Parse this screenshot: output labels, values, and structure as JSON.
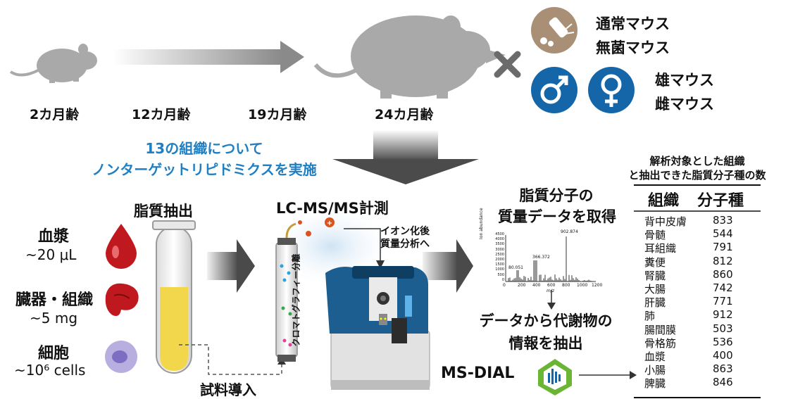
{
  "ages": [
    "2カ月齢",
    "12カ月齢",
    "19カ月齢",
    "24カ月齢"
  ],
  "mouse_types": [
    "通常マウス",
    "無菌マウス",
    "雄マウス",
    "雌マウス"
  ],
  "cross_symbol": "×",
  "symbols": {
    "male": "♂",
    "female": "♀"
  },
  "study_note": [
    "13の組織について",
    "ノンターゲットリピドミクスを実施"
  ],
  "lipid_extraction": "脂質抽出",
  "samples": [
    {
      "name": "血漿",
      "amount": "~20 μL"
    },
    {
      "name": "臓器・組織",
      "amount": "~5 mg"
    },
    {
      "name": "細胞",
      "amount": "~10⁶ cells"
    }
  ],
  "lcms_title": "LC-MS/MS計測",
  "column_label": "クロマトグラフィー分離",
  "sample_injection": "試料導入",
  "ionization": [
    "イオン化後",
    "質量分析へ"
  ],
  "mass_data": [
    "脂質分子の",
    "質量データを取得"
  ],
  "spectrum": {
    "ylabel": "Ion abundance",
    "xlabel": "m/z",
    "x_ticks": [
      "0",
      "200",
      "400",
      "600",
      "800",
      "1000",
      "1200"
    ],
    "y_ticks": [
      "4500",
      "4000",
      "3500",
      "3000",
      "2500",
      "2000",
      "1500",
      "1000",
      "500",
      "0"
    ],
    "peak_labels": [
      "80.051",
      "366.372",
      "902.874"
    ]
  },
  "extract_info": [
    "データから代謝物の",
    "情報を抽出"
  ],
  "software": "MS-DIAL",
  "table": {
    "caption": [
      "解析対象とした組織",
      "と抽出できた脂質分子種の数"
    ],
    "headers": [
      "組織",
      "分子種"
    ],
    "rows": [
      {
        "tissue": "背中皮膚",
        "count": "833"
      },
      {
        "tissue": "骨髄",
        "count": "544"
      },
      {
        "tissue": "耳組織",
        "count": "791"
      },
      {
        "tissue": "糞便",
        "count": "812"
      },
      {
        "tissue": "腎臓",
        "count": "860"
      },
      {
        "tissue": "大腸",
        "count": "742"
      },
      {
        "tissue": "肝臓",
        "count": "771"
      },
      {
        "tissue": "肺",
        "count": "912"
      },
      {
        "tissue": "腸間膜",
        "count": "503"
      },
      {
        "tissue": "骨格筋",
        "count": "536"
      },
      {
        "tissue": "血漿",
        "count": "400"
      },
      {
        "tissue": "小腸",
        "count": "863"
      },
      {
        "tissue": "脾臓",
        "count": "846"
      }
    ]
  }
}
